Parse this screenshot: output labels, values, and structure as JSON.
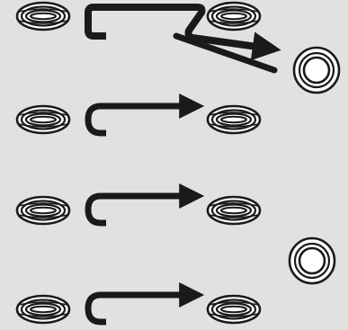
{
  "diagram": {
    "background_color": "#e1e1e1",
    "stroke_color": "#1a1a1a",
    "tire_fill": "#ffffff",
    "rows": [
      {
        "position": "row-1",
        "arrow": "zigzag",
        "destinations": [
          "right-tire",
          "spare-tire"
        ]
      },
      {
        "position": "row-2",
        "arrow": "u-turn",
        "destinations": [
          "right-tire"
        ]
      },
      {
        "position": "row-3",
        "arrow": "u-turn",
        "destinations": [
          "right-tire"
        ]
      },
      {
        "position": "row-4",
        "arrow": "u-turn",
        "destinations": [
          "right-tire"
        ]
      }
    ],
    "spare_tires": 2,
    "icons": [
      "tire-side-icon",
      "spare-tire-icon",
      "arrow-icon"
    ]
  }
}
